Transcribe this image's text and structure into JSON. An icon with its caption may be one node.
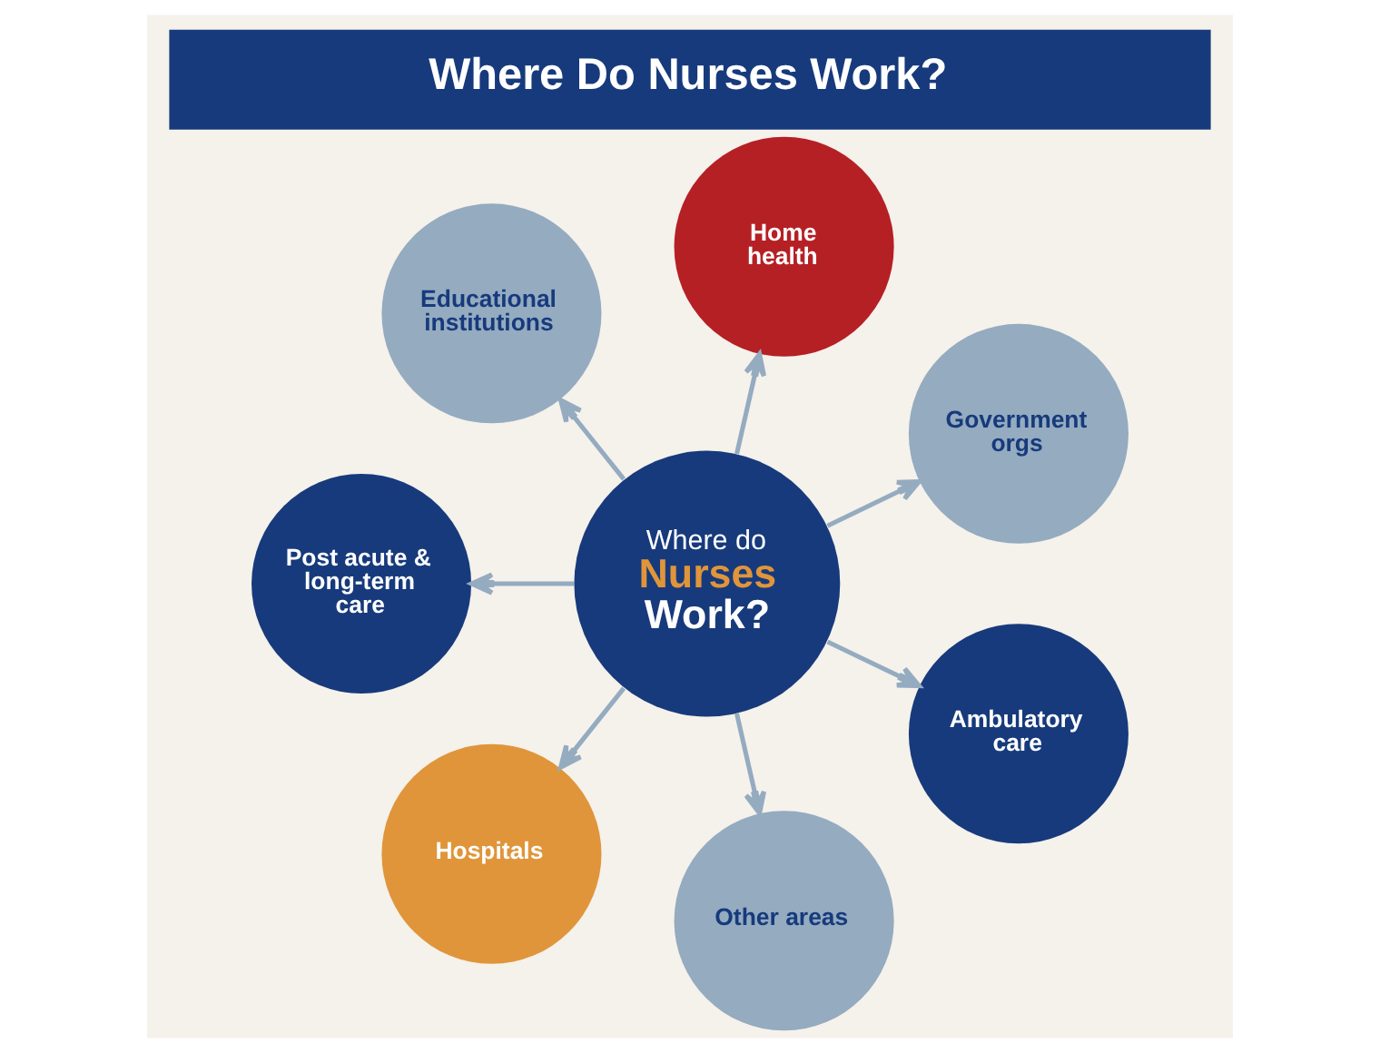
{
  "diagram": {
    "title": "Where Do Nurses Work?",
    "nodes": [
      {
        "text": [
          "Home health"
        ]
      },
      {
        "text": [
          "Educational institutions"
        ]
      },
      {
        "text": [
          "Government orgs"
        ]
      },
      {
        "text": [
          "Where do",
          "Nurses",
          "Work?"
        ]
      },
      {
        "text": [
          "Post acute & long-term care"
        ]
      },
      {
        "text": [
          "Ambulatory care"
        ]
      },
      {
        "text": [
          "Hospitals"
        ]
      },
      {
        "text": [
          "Other areas"
        ]
      }
    ],
    "edges": [
      {
        "from": 3,
        "to": 0,
        "arrow": "to"
      },
      {
        "from": 3,
        "to": 2,
        "arrow": "to"
      },
      {
        "from": 3,
        "to": 5,
        "arrow": "to"
      },
      {
        "from": 3,
        "to": 7,
        "arrow": "to"
      },
      {
        "from": 3,
        "to": 6,
        "arrow": "to"
      },
      {
        "from": 3,
        "to": 4,
        "arrow": "to"
      },
      {
        "from": 3,
        "to": 1,
        "arrow": "to"
      }
    ]
  }
}
